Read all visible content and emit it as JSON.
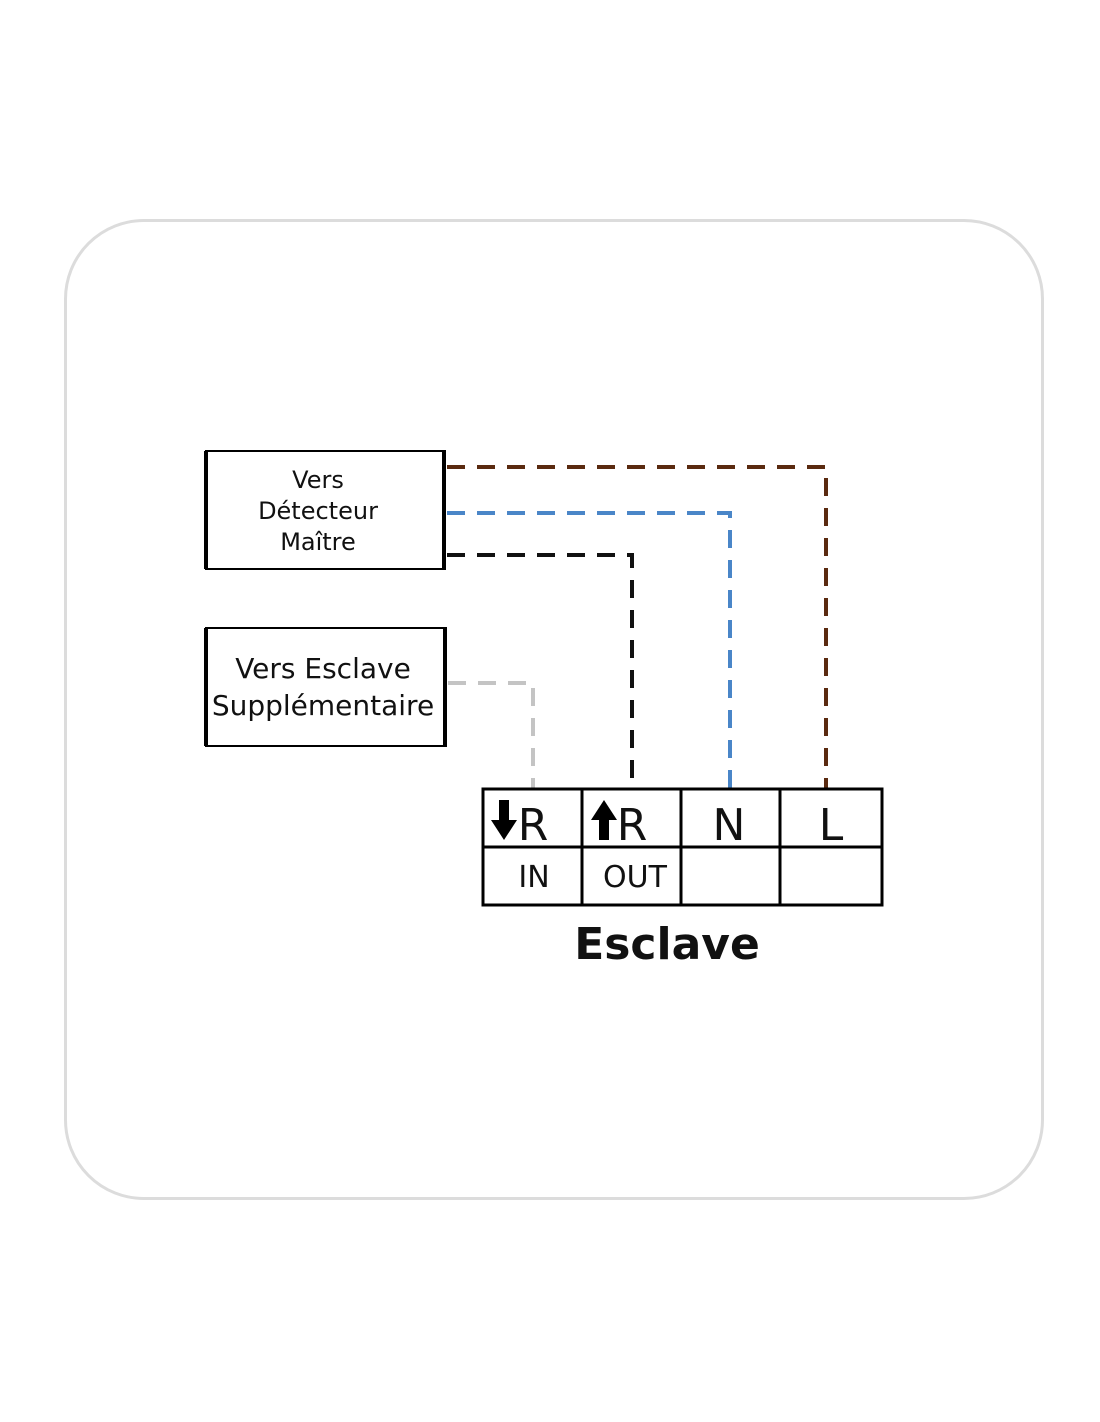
{
  "boxes": {
    "master": {
      "lines": [
        "Vers",
        "Détecteur",
        "Maître"
      ]
    },
    "extra_slave": {
      "lines": [
        "Vers Esclave",
        "Supplémentaire"
      ]
    }
  },
  "terminal": {
    "top": [
      "R",
      "R",
      "N",
      "L"
    ],
    "bottom": [
      "IN",
      "OUT",
      "",
      ""
    ],
    "icons": [
      "arrow-down-icon",
      "arrow-up-icon"
    ]
  },
  "title": "Esclave",
  "colors": {
    "brown": "#5a2a10",
    "blue": "#4a86c8",
    "black": "#111111",
    "gray": "#c4c4c4",
    "card_border": "#dcdcdc"
  }
}
